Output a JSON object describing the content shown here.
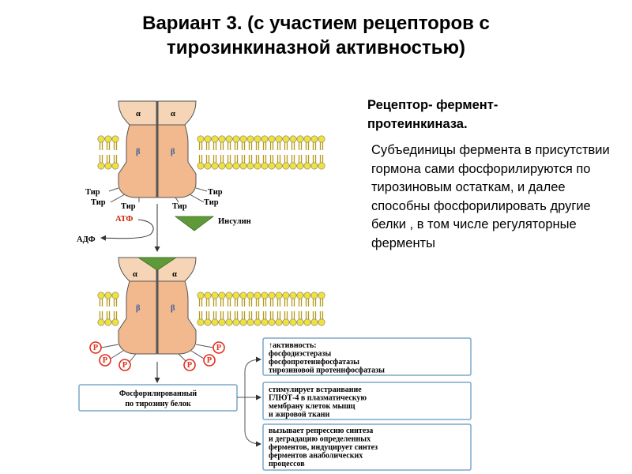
{
  "title": {
    "line1": "Вариант 3. (с участием рецепторов с",
    "line2": "тирозинкиназной активностью)"
  },
  "side": {
    "heading_line1": "Рецептор- фермент-",
    "heading_line2": "протеинкиназа.",
    "body": "Субъединицы фермента в присутствии гормона сами фосфорилируются по тирозиновым остаткам, и далее способны фосфорилировать другие белки , в том числе регуляторные ферменты"
  },
  "diagram": {
    "alpha": "α",
    "beta": "β",
    "tyr": "Тир",
    "atp": "АТФ",
    "adp": "АДФ",
    "insulin": "Инсулин",
    "p": "P",
    "phospho_protein_line1": "Фосфорилированный",
    "phospho_protein_line2": "по тирозину белок",
    "box1": [
      "↑активность:",
      "фосфодиэстеразы",
      "фосфопротеинфосфатазы",
      "тирозиновой протеинфосфатазы"
    ],
    "box2": [
      "стимулирует встраивание",
      "ГЛЮТ-4 в плазматическую",
      "мембрану клеток мышц",
      "и жировой ткани"
    ],
    "box3": [
      "вызывает репрессию синтеза",
      "и деградацию определенных",
      "ферментов, индуцирует синтез",
      "ферментов анаболических",
      "процессов"
    ]
  },
  "colors": {
    "receptor_upper": "#f5d5b5",
    "receptor_lower": "#f2b88e",
    "outline": "#444444",
    "membrane_head": "#f0e13c",
    "membrane_tail": "#c8b020",
    "insulin": "#5f9a3a",
    "atp_text": "#cc2200",
    "phosphate_circle": "#e03020",
    "box_border": "#7aa7c9"
  }
}
